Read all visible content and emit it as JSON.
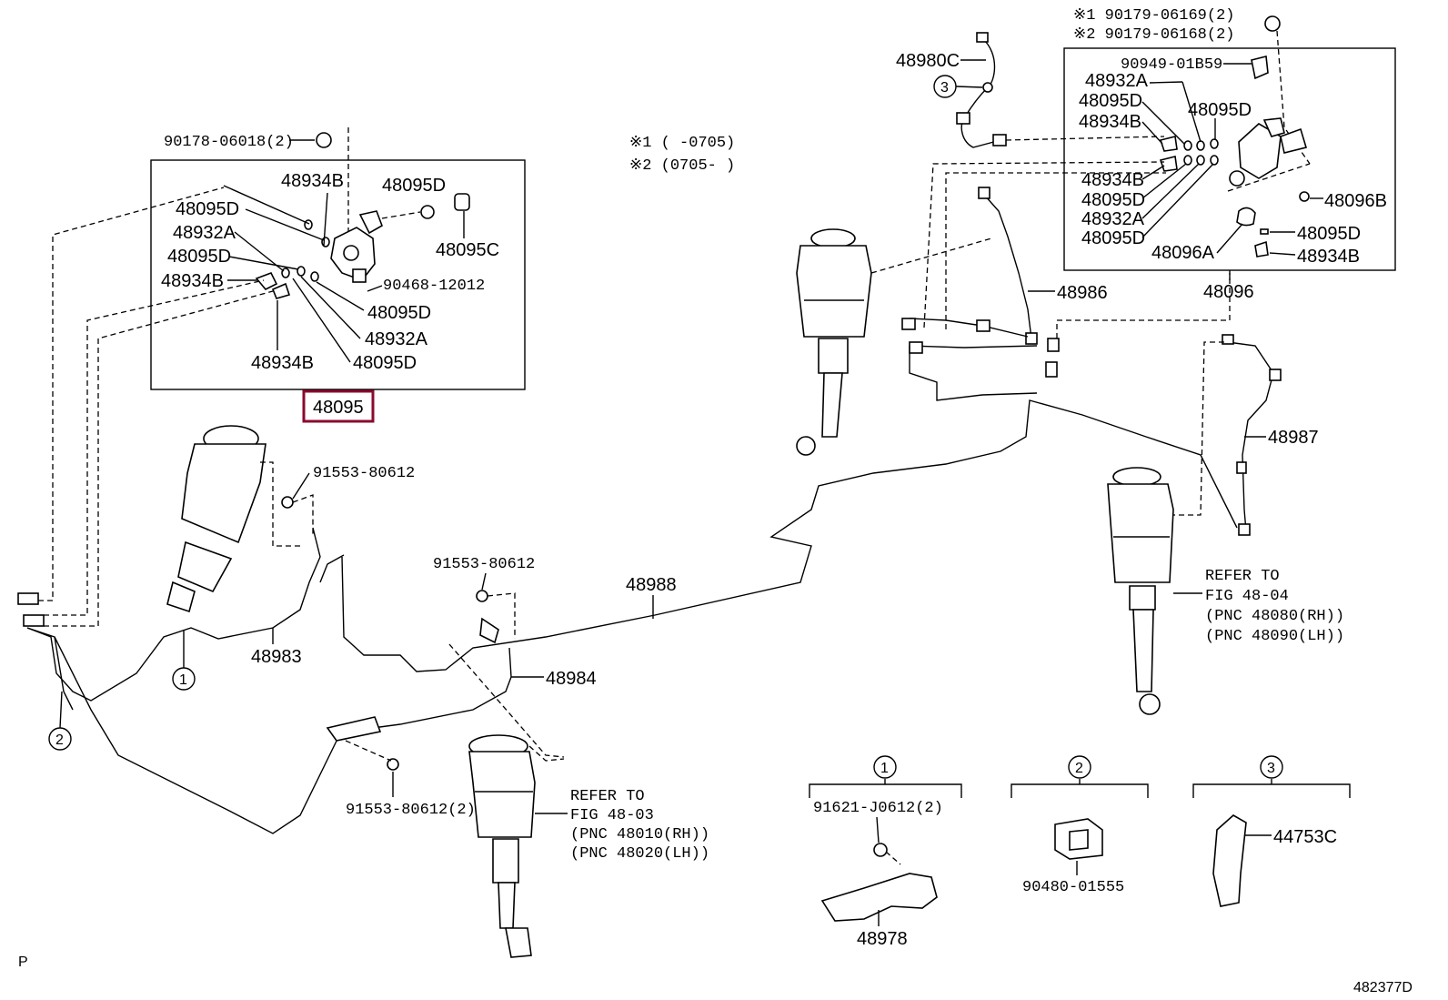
{
  "labels": {
    "l_90178": "90178-06018(2)",
    "l_48934b_a": "48934B",
    "l_48095d_a": "48095D",
    "l_48095d_b": "48095D",
    "l_48932a_a": "48932A",
    "l_48095d_c": "48095D",
    "l_48934b_b": "48934B",
    "l_48095c": "48095C",
    "l_90468": "90468-12012",
    "l_48095d_d": "48095D",
    "l_48932a_b": "48932A",
    "l_48934b_c": "48934B",
    "l_48095d_e": "48095D",
    "l_48095": "48095",
    "l_note1": "※1  (     -0705)",
    "l_note2": "※2  (0705-     )",
    "l_48980c": "48980C",
    "l_n1": "※1  90179-06169(2)",
    "l_n2": "※2  90179-06168(2)",
    "l_90949": "90949-01B59",
    "r_48932a_a": "48932A",
    "r_48095d_a": "48095D",
    "r_48934b_a": "48934B",
    "r_48095d_b": "48095D",
    "r_48934b_b": "48934B",
    "r_48095d_c": "48095D",
    "r_48932a_b": "48932A",
    "r_48095d_d": "48095D",
    "r_48096b": "48096B",
    "r_48095d_e": "48095D",
    "r_48096a": "48096A",
    "r_48934b_c": "48934B",
    "r_48096": "48096",
    "r_48986": "48986",
    "r_48987": "48987",
    "c_91553_a": "91553-80612",
    "c_91553_b": "91553-80612",
    "c_48988": "48988",
    "c_48983": "48983",
    "c_48984": "48984",
    "c_91553_c": "91553-80612(2)",
    "refer_r1": "REFER TO",
    "refer_r2": "FIG 48-04",
    "refer_r3": "(PNC 48080(RH))",
    "refer_r4": "(PNC 48090(LH))",
    "refer_f1": "REFER TO",
    "refer_f2": "FIG 48-03",
    "refer_f3": "(PNC 48010(RH))",
    "refer_f4": "(PNC 48020(LH))",
    "d1_91621": "91621-J0612(2)",
    "d1_48978": "48978",
    "d2_90480": "90480-01555",
    "d3_44753c": "44753C",
    "circle_1": "1",
    "circle_2": "2",
    "circle_3": "3",
    "corner_p": "P",
    "corner_id": "482377D"
  },
  "colors": {
    "highlight": "#8b0a2e",
    "ink": "#000000",
    "background": "#ffffff"
  }
}
